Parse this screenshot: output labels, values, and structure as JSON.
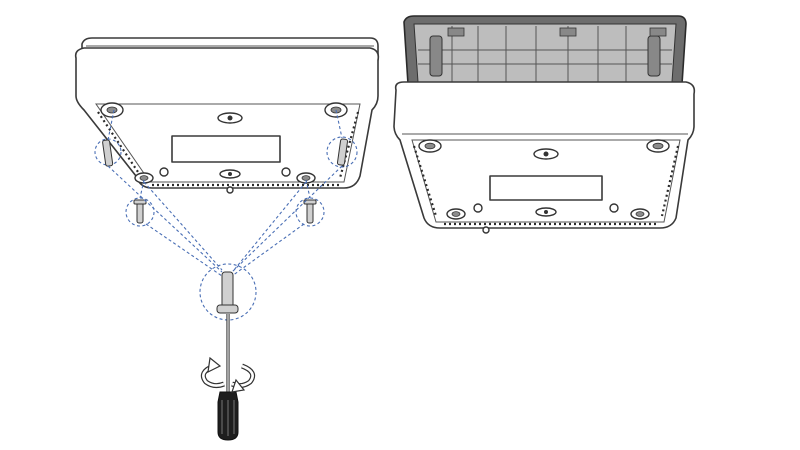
{
  "figure": {
    "steps": [
      {
        "id": "step-1",
        "subject": "screw-removal"
      },
      {
        "id": "step-2",
        "subject": "cover-removed"
      }
    ],
    "icons": {
      "screwdriver": "screwdriver-icon",
      "rotate": "rotate-arrow-icon",
      "screw": "screw-icon"
    },
    "colors": {
      "outline": "#3a3a3a",
      "leader": "#4a6fb5",
      "background": "#ffffff"
    }
  }
}
